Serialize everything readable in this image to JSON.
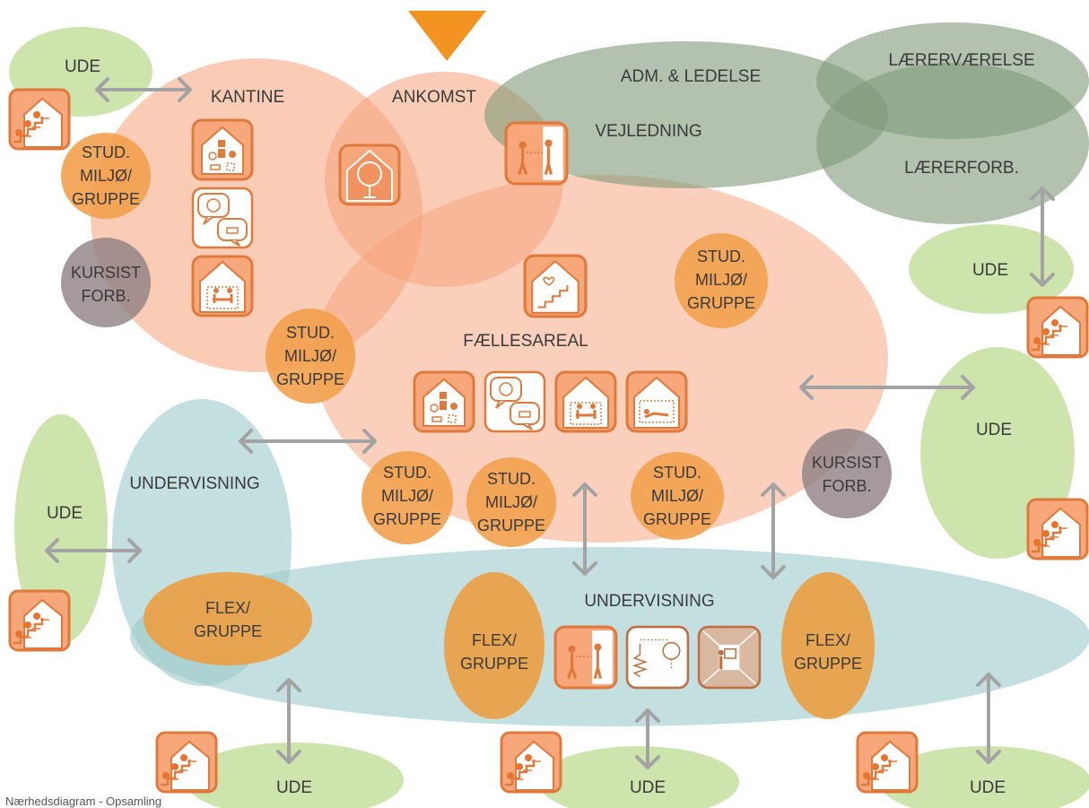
{
  "caption": "Nærhedsdiagram - Opsamling",
  "zones": {
    "ude": "UDE",
    "kantine": "KANTINE",
    "ankomst": "ANKOMST",
    "adm_ledelse": "ADM. & LEDELSE",
    "vejledning": "VEJLEDNING",
    "laerervaerelse": "LÆRERVÆRELSE",
    "laererforb": "LÆRERFORB.",
    "faellesareal": "FÆLLESAREAL",
    "undervisning": "UNDERVISNING"
  },
  "groups": {
    "stud": [
      "STUD.",
      "MILJØ/",
      "GRUPPE"
    ],
    "kursist": [
      "KURSIST",
      "FORB."
    ],
    "flex": [
      "FLEX/",
      "GRUPPE"
    ]
  },
  "colors": {
    "salmon": "#f6a27a",
    "orange": "#ef9a3a",
    "teal": "#9ccaca",
    "green": "#b8d98a",
    "olive": "#7f9a78",
    "grey": "#8f7f82",
    "arrow": "#a3a3a3",
    "icon_border": "#e07a3c",
    "icon_fill": "#f7a779",
    "triangle": "#f39422"
  },
  "icons": [
    "stairs-tree-icon",
    "house-objects-icon",
    "chat-bubbles-icon",
    "house-meeting-icon",
    "tree-house-icon",
    "door-person-icon",
    "house-heart-stairs-icon",
    "house-lounge-icon",
    "heating-icon",
    "presentation-icon"
  ]
}
